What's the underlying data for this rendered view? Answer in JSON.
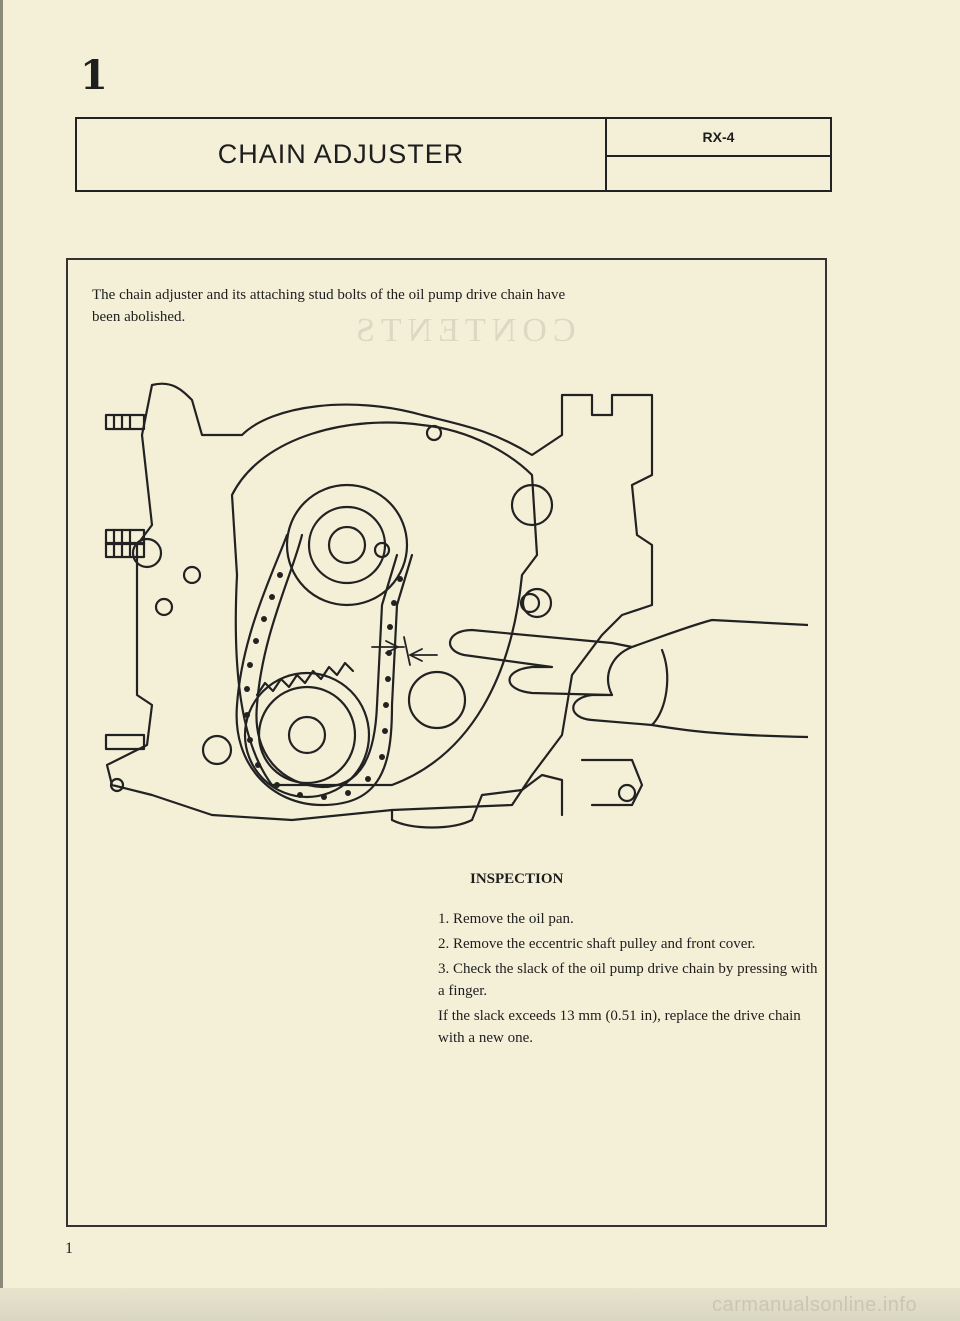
{
  "section_number": "1",
  "header": {
    "title": "CHAIN ADJUSTER",
    "model": "RX-4"
  },
  "intro": "The chain adjuster and its attaching stud bolts of the oil pump drive chain have been abolished.",
  "inspection": {
    "heading": "INSPECTION",
    "steps": [
      "1. Remove the oil pan.",
      "2. Remove the eccentric shaft pulley and front cover.",
      "3. Check the slack of the oil pump drive chain by pressing with a finger.",
      "If the slack exceeds 13 mm (0.51 in), replace the drive chain with a new one."
    ]
  },
  "page_number": "1",
  "footer_watermark": "carmanualsonline.info",
  "colors": {
    "paper": "#f4f0d8",
    "ink": "#1e1e1e"
  }
}
